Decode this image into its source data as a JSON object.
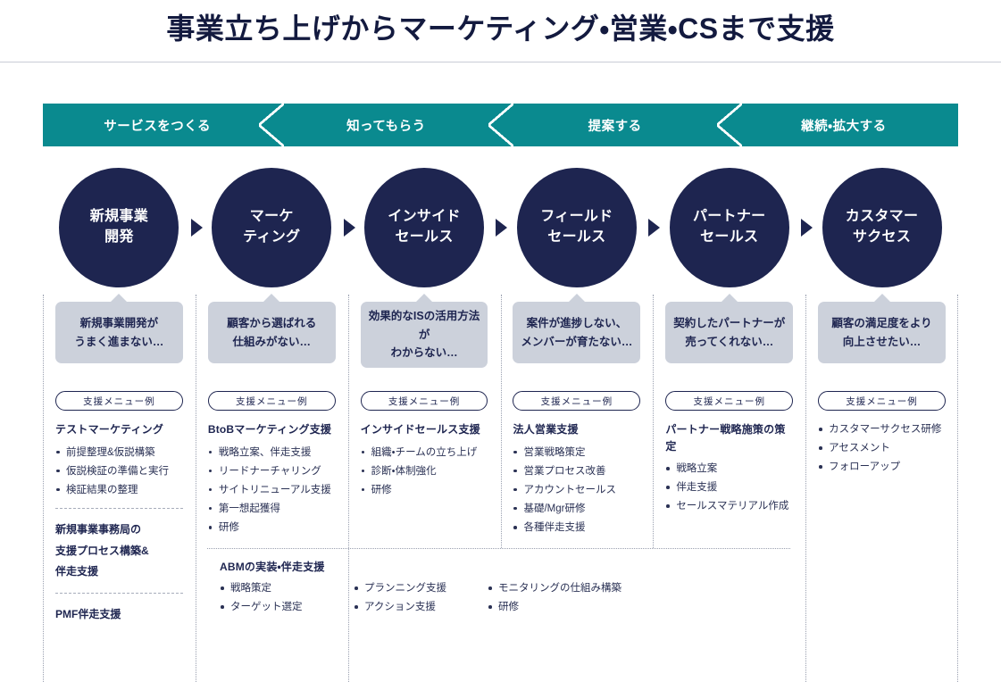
{
  "header": {
    "title": "事業立ち上げからマーケティング・営業・CSまで支援"
  },
  "stages": [
    {
      "label": "サービスをつくる"
    },
    {
      "label": "知ってもらう"
    },
    {
      "label": "提案する"
    },
    {
      "label": "継続・拡大する"
    }
  ],
  "menu_pill_label": "支援メニュー例",
  "colors": {
    "teal": "#0a8a8f",
    "navy": "#1e2550",
    "pain_bg": "#ccd1db",
    "divider": "#9aa0b0"
  },
  "columns": [
    {
      "circle": "新規事業\n開発",
      "pain": "新規事業開発が\nうまく進まない…",
      "pill": "支援メニュー例",
      "group_head": "テストマーケティング",
      "items": [
        "前提整理&仮説構築",
        "仮説検証の準備と実行",
        "検証結果の整理"
      ],
      "extra_blocks": [
        {
          "lines": [
            "新規事業事務局の",
            "支援プロセス構築&",
            "伴走支援"
          ]
        },
        {
          "lines": [
            "PMF伴走支援"
          ]
        }
      ]
    },
    {
      "circle": "マーケ\nティング",
      "pain": "顧客から選ばれる\n仕組みがない…",
      "pill": "支援メニュー例",
      "group_head": "BtoBマーケティング支援",
      "items": [
        "戦略立案、伴走支援",
        "リードナーチャリング",
        "サイトリニューアル支援",
        "第一想起獲得",
        "研修"
      ],
      "extra_blocks": []
    },
    {
      "circle": "インサイド\nセールス",
      "pain": "効果的なISの活用方法が\nわからない…",
      "pill": "支援メニュー例",
      "group_head": "インサイドセールス支援",
      "items": [
        "組織・チームの立ち上げ",
        "診断・体制強化",
        "研修"
      ],
      "extra_blocks": []
    },
    {
      "circle": "フィールド\nセールス",
      "pain": "案件が進捗しない、\nメンバーが育たない…",
      "pill": "支援メニュー例",
      "group_head": "法人営業支援",
      "items": [
        "営業戦略策定",
        "営業プロセス改善",
        "アカウントセールス",
        "基礎/Mgr研修",
        "各種伴走支援"
      ],
      "extra_blocks": []
    },
    {
      "circle": "パートナー\nセールス",
      "pain": "契約したパートナーが\n売ってくれない…",
      "pill": "支援メニュー例",
      "group_head": "パートナー戦略施策の策定",
      "items": [
        "戦略立案",
        "伴走支援",
        "セールスマテリアル作成"
      ],
      "extra_blocks": []
    },
    {
      "circle": "カスタマー\nサクセス",
      "pain": "顧客の満足度をより\n向上させたい…",
      "pill": "支援メニュー例",
      "group_head": "",
      "items": [
        "カスタマーサクセス研修",
        "アセスメント",
        "フォローアップ"
      ],
      "extra_blocks": []
    }
  ],
  "abm": {
    "head": "ABMの実装・伴走支援",
    "col1": [
      "戦略策定",
      "ターゲット選定"
    ],
    "col2": [
      "プランニング支援",
      "アクション支援"
    ],
    "col3": [
      "モニタリングの仕組み構築",
      "研修"
    ]
  }
}
